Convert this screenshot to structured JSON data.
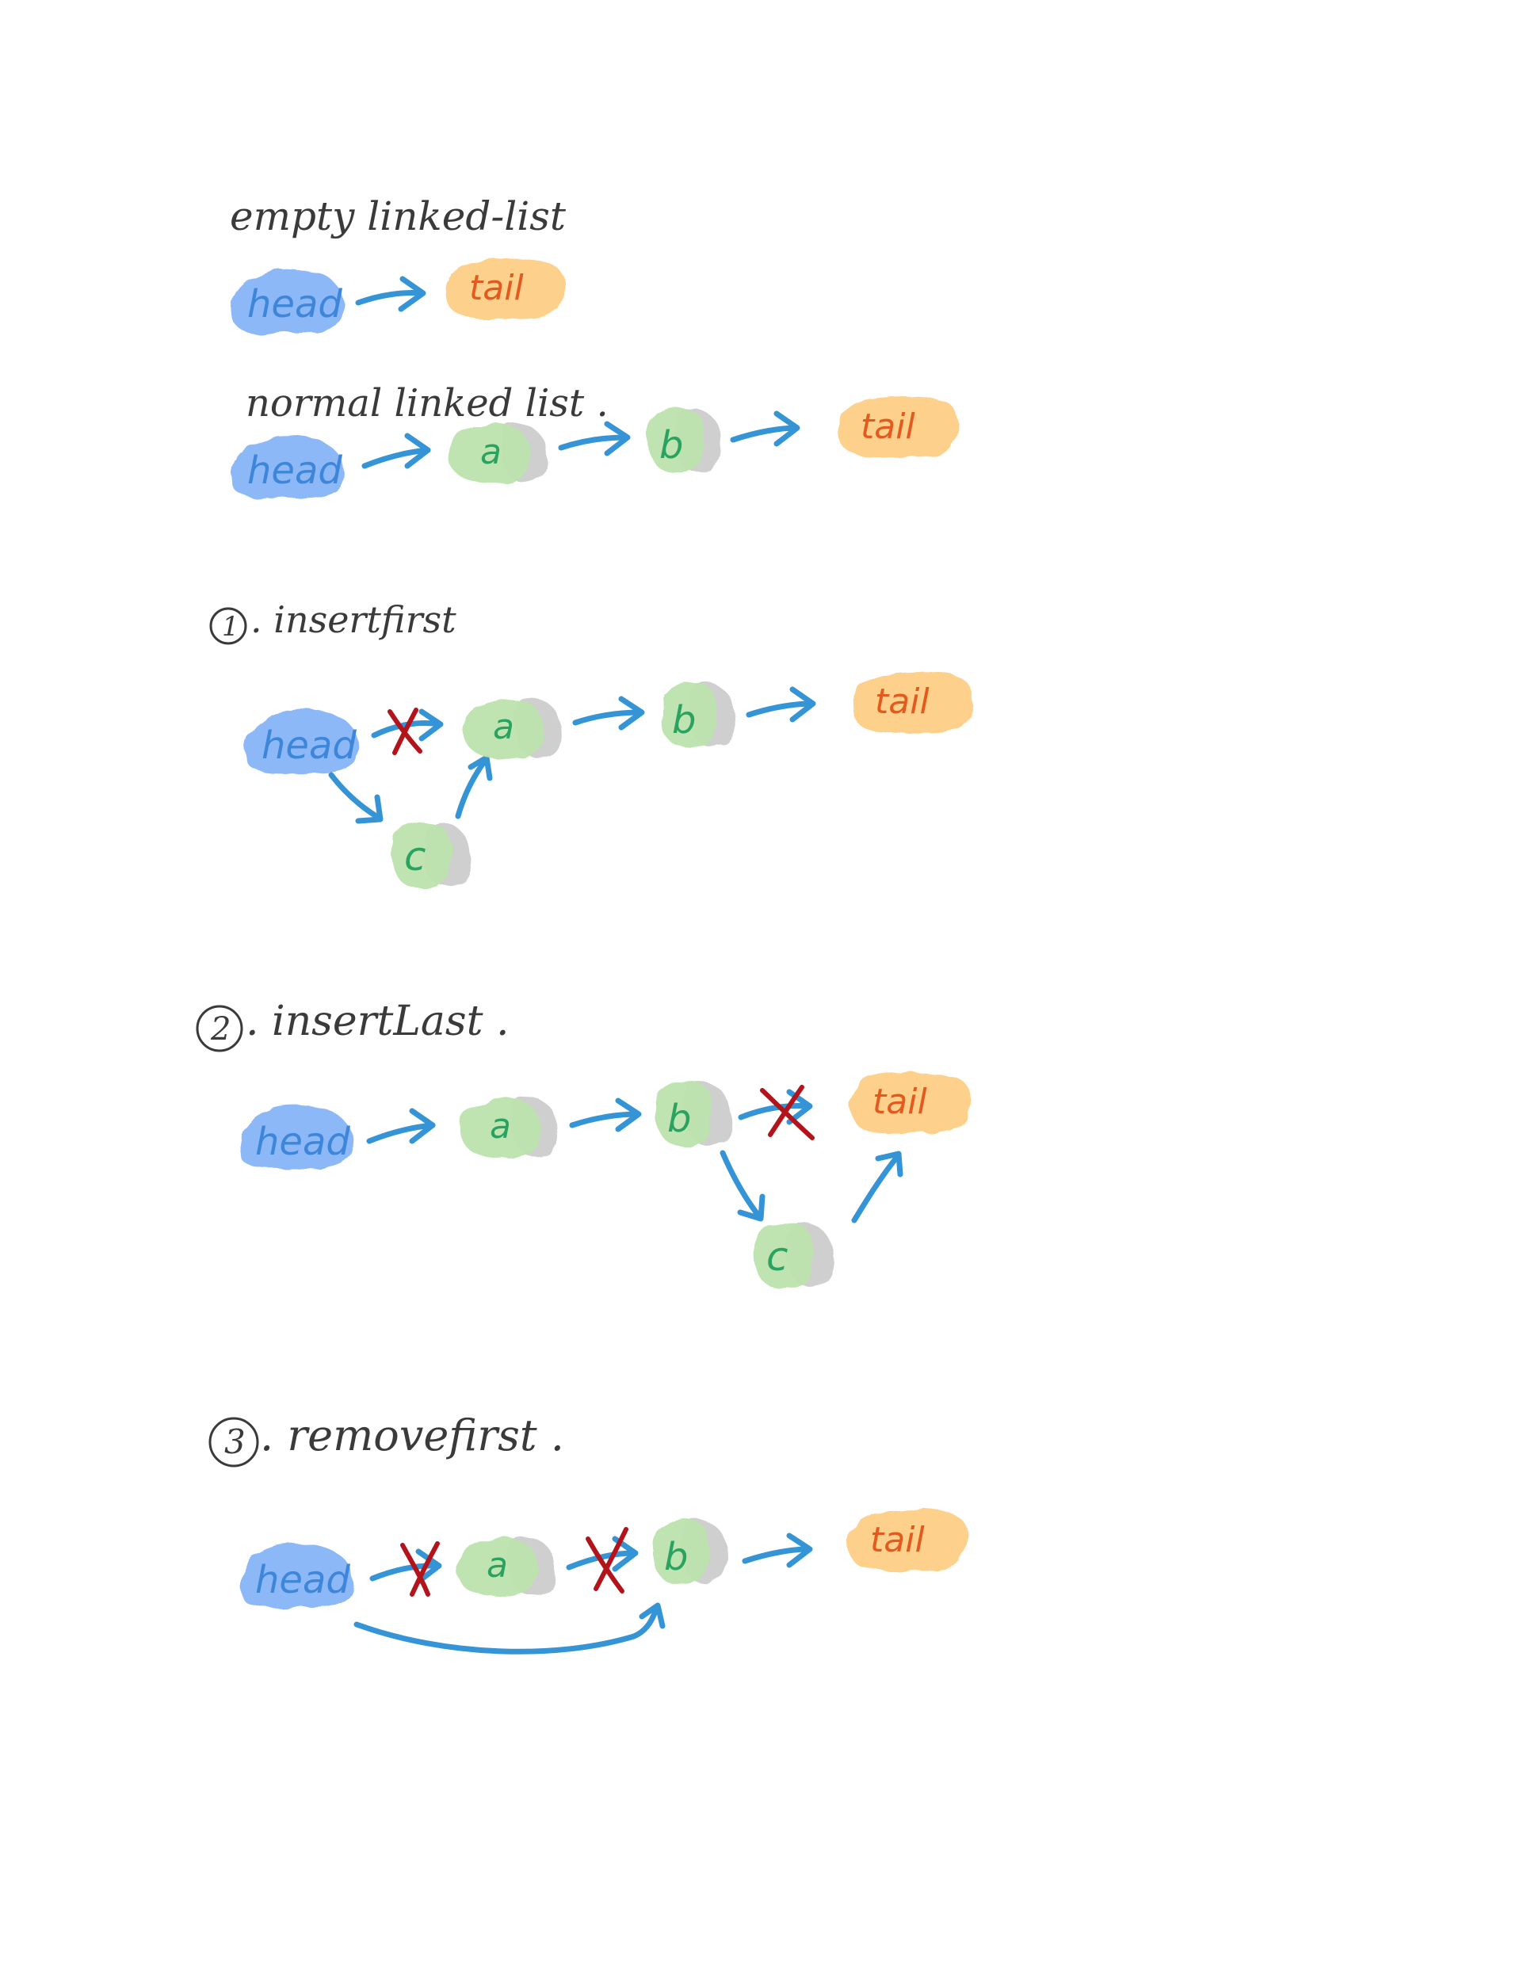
{
  "colors": {
    "head": "#8db8f8",
    "head_text": "#3d86d9",
    "tail": "#fdd08c",
    "tail_text": "#e35a1f",
    "node": "#bde3ad",
    "node_text": "#29a35f",
    "node_next": "#cfcfcf",
    "arrow": "#3494d6",
    "cross": "#b3141b",
    "ink": "#3a3a3a"
  },
  "nodes": {
    "head": "head",
    "tail": "tail",
    "a": "a",
    "b": "b",
    "c": "c"
  },
  "sections": [
    {
      "id": "empty",
      "title": "empty linked-list",
      "icon": "none"
    },
    {
      "id": "normal",
      "title": "normal linked list .",
      "icon": "none"
    },
    {
      "id": "insert-first",
      "number": "1",
      "title": ". insertfirst",
      "icon": "circled-number-icon"
    },
    {
      "id": "insert-last",
      "number": "2",
      "title": ". insertLast .",
      "icon": "circled-number-icon"
    },
    {
      "id": "remove-first",
      "number": "3",
      "title": ". removefirst .",
      "icon": "circled-number-icon"
    }
  ]
}
